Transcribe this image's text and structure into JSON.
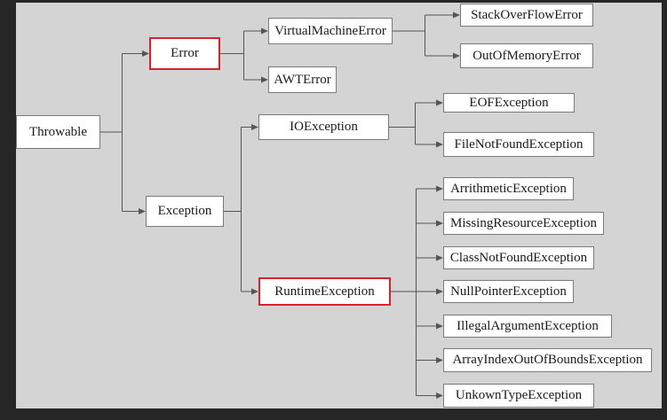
{
  "colors": {
    "frame": "#262626",
    "canvas": "#d4d4d4",
    "node_fill": "#ffffff",
    "node_border": "#7a7a7a",
    "highlight": "#d9212c",
    "connector": "#555555"
  },
  "nodes": {
    "throwable": "Throwable",
    "error": "Error",
    "exception": "Exception",
    "virtual_machine_error": "VirtualMachineError",
    "awt_error": "AWTError",
    "stack_overflow_error": "StackOverFlowError",
    "out_of_memory_error": "OutOfMemoryError",
    "io_exception": "IOException",
    "runtime_exception": "RuntimeException",
    "eof_exception": "EOFException",
    "file_not_found_exception": "FileNotFoundException",
    "arithmetic_exception": "ArrithmeticException",
    "missing_resource_exception": "MissingResourceException",
    "class_not_found_exception": "ClassNotFoundException",
    "null_pointer_exception": "NullPointerException",
    "illegal_argument_exception": "IllegalArgumentException",
    "array_index_out_of_bounds_exception": "ArrayIndexOutOfBoundsException",
    "unknown_type_exception": "UnkownTypeException"
  },
  "highlighted": [
    "error",
    "runtime_exception"
  ],
  "edges": [
    [
      "throwable",
      "error"
    ],
    [
      "throwable",
      "exception"
    ],
    [
      "error",
      "virtual_machine_error"
    ],
    [
      "error",
      "awt_error"
    ],
    [
      "virtual_machine_error",
      "stack_overflow_error"
    ],
    [
      "virtual_machine_error",
      "out_of_memory_error"
    ],
    [
      "exception",
      "io_exception"
    ],
    [
      "exception",
      "runtime_exception"
    ],
    [
      "io_exception",
      "eof_exception"
    ],
    [
      "io_exception",
      "file_not_found_exception"
    ],
    [
      "runtime_exception",
      "arithmetic_exception"
    ],
    [
      "runtime_exception",
      "missing_resource_exception"
    ],
    [
      "runtime_exception",
      "class_not_found_exception"
    ],
    [
      "runtime_exception",
      "null_pointer_exception"
    ],
    [
      "runtime_exception",
      "illegal_argument_exception"
    ],
    [
      "runtime_exception",
      "array_index_out_of_bounds_exception"
    ],
    [
      "runtime_exception",
      "unknown_type_exception"
    ]
  ]
}
